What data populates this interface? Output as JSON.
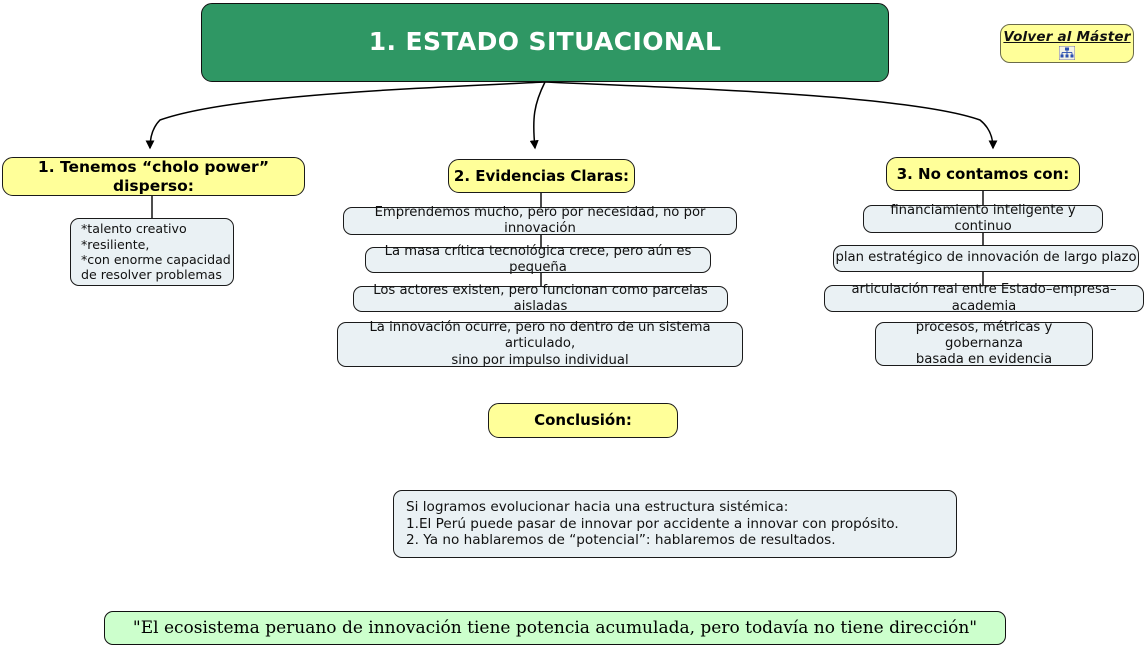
{
  "page": {
    "title": "1. ESTADO SITUACIONAL",
    "background": "#ffffff",
    "accent_green": "#2f9764",
    "accent_yellow": "#ffff99",
    "accent_info": "#eaf1f4",
    "accent_quote_green": "#ccffcc"
  },
  "header": {
    "label": "1. ESTADO SITUACIONAL"
  },
  "back_button": {
    "label": "Volver al Máster",
    "icon": "hierarchy-diagram-icon"
  },
  "branches": [
    {
      "heading": "1. Tenemos “cholo power” disperso:",
      "items": [
        "*talento creativo\n*resiliente,\n*con enorme capacidad\nde resolver problemas"
      ]
    },
    {
      "heading": "2. Evidencias Claras:",
      "items": [
        "Emprendemos mucho, pero por necesidad, no por innovación",
        "La masa crítica tecnológica crece, pero aún es pequeña",
        "Los actores existen, pero funcionan como parcelas aisladas",
        "La innovación ocurre, pero no dentro de un sistema articulado,\nsino por impulso individual"
      ]
    },
    {
      "heading": "3. No contamos con:",
      "items": [
        "financiamiento inteligente y continuo",
        "plan estratégico de innovación de largo plazo",
        "articulación real entre Estado–empresa–academia",
        "procesos, métricas y gobernanza\nbasada en evidencia"
      ]
    }
  ],
  "conclusion": {
    "heading": "Conclusión:",
    "body": "Si logramos evolucionar hacia una estructura sistémica:\n1.El Perú puede pasar de innovar por accidente a innovar con propósito.\n2. Ya no hablaremos de “potencial”: hablaremos de resultados."
  },
  "quote": {
    "text": "\"El ecosistema peruano de innovación tiene potencia acumulada, pero todavía no tiene dirección\""
  }
}
